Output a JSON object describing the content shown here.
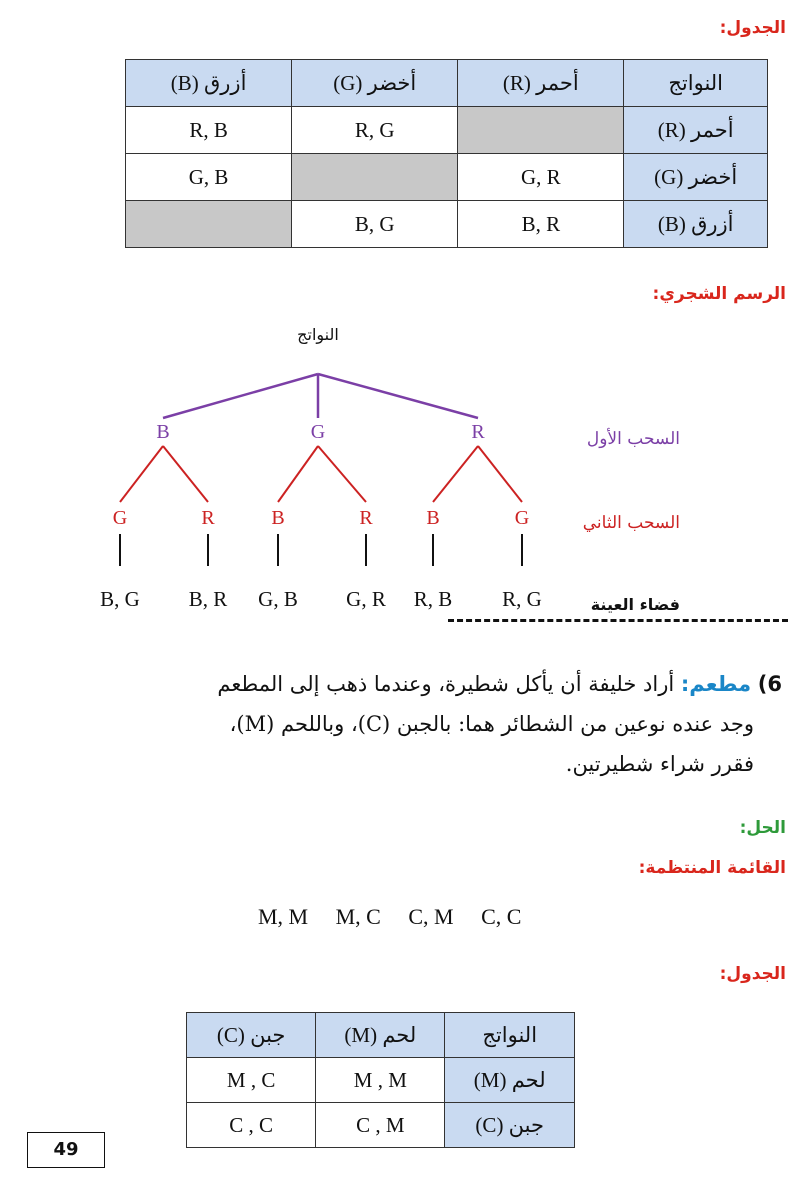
{
  "section1": {
    "table_heading": "الجدول:",
    "table": {
      "headers": [
        "النواتج",
        "أحمر (R)",
        "أخضر (G)",
        "أزرق (B)"
      ],
      "rows": [
        {
          "label": "أحمر (R)",
          "cells": [
            "",
            "R, G",
            "R, B"
          ]
        },
        {
          "label": "أخضر (G)",
          "cells": [
            "G, R",
            "",
            "G, B"
          ]
        },
        {
          "label": "أزرق (B)",
          "cells": [
            "B, R",
            "B, G",
            ""
          ]
        }
      ]
    },
    "tree_heading": "الرسم الشجري:",
    "tree": {
      "root": "النواتج",
      "level1_label": "السحب الأول",
      "level2_label": "السحب الثاني",
      "sample_space_label": "فضاء العينة",
      "level1": [
        "B",
        "G",
        "R"
      ],
      "level2": [
        "G",
        "R",
        "B",
        "R",
        "B",
        "G"
      ],
      "outcomes": [
        "B, G",
        "B, R",
        "G, B",
        "G, R",
        "R, B",
        "R, G"
      ],
      "colors": {
        "level1": "#7b3fa6",
        "level2": "#cc2222"
      }
    }
  },
  "problem": {
    "number": "6)",
    "title": "مطعم:",
    "line1": "أراد خليفة أن يأكل شطيرة، وعندما ذهب إلى المطعم",
    "line2": "وجد عنده نوعين من الشطائر هما: بالجبن (C)، وباللحم (M)،",
    "line3": "فقرر شراء شطيرتين."
  },
  "solution": {
    "heading": "الحل:",
    "list_heading": "القائمة المنتظمة:",
    "list": [
      "M, M",
      "M, C",
      "C, M",
      "C, C"
    ],
    "table_heading": "الجدول:",
    "table": {
      "headers": [
        "النواتج",
        "لحم (M)",
        "جبن (C)"
      ],
      "rows": [
        {
          "label": "لحم (M)",
          "cells": [
            "M , M",
            "M , C"
          ]
        },
        {
          "label": "جبن (C)",
          "cells": [
            "C , M",
            "C , C"
          ]
        }
      ]
    }
  },
  "page_number": "49"
}
